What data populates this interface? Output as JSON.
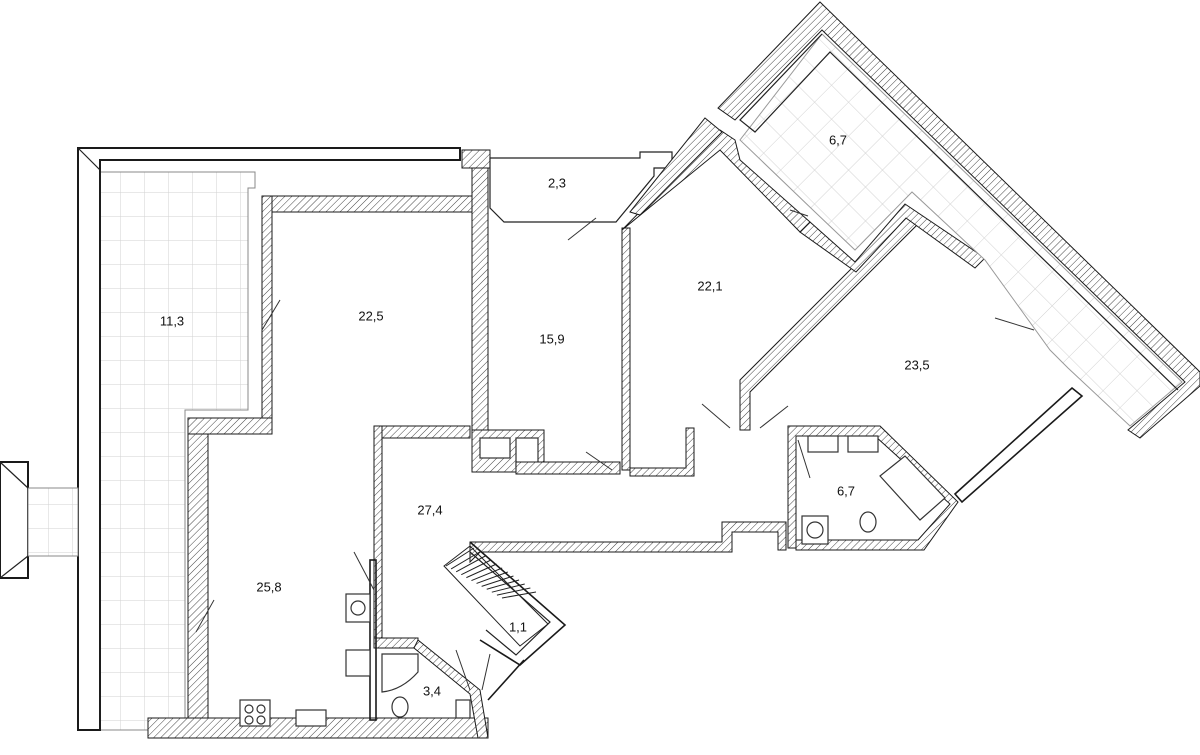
{
  "rooms": [
    {
      "id": "terrace-west",
      "area": "11,3"
    },
    {
      "id": "room-22-5",
      "area": "22,5"
    },
    {
      "id": "storage",
      "area": "2,3"
    },
    {
      "id": "room-15-9",
      "area": "15,9"
    },
    {
      "id": "room-22-1",
      "area": "22,1"
    },
    {
      "id": "terrace-east",
      "area": "6,7"
    },
    {
      "id": "room-23-5",
      "area": "23,5"
    },
    {
      "id": "bathroom-east",
      "area": "6,7"
    },
    {
      "id": "hall",
      "area": "27,4"
    },
    {
      "id": "kitchen-living",
      "area": "25,8"
    },
    {
      "id": "stair",
      "area": "1,1"
    },
    {
      "id": "wc",
      "area": "3,4"
    }
  ]
}
